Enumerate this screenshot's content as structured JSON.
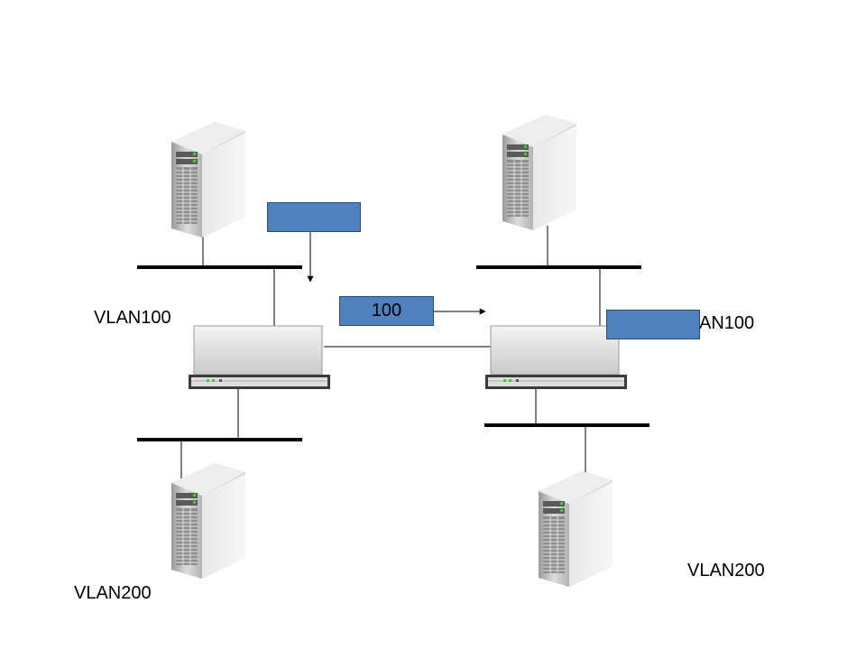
{
  "labels": {
    "left_top_vlan": "VLAN100",
    "left_bottom_vlan": "VLAN200",
    "right_top_vlan": "AN100",
    "right_bottom_vlan": "VLAN200"
  },
  "tags": {
    "top_tag": "",
    "middle_tag": "100",
    "right_tag": ""
  },
  "icons": {
    "server": "server-tower-icon",
    "switch": "switch-icon"
  },
  "colors": {
    "tag_fill": "#4f81bd",
    "tag_border": "#2c4d75",
    "line": "#000000",
    "server_body": "#c9c9c9"
  }
}
